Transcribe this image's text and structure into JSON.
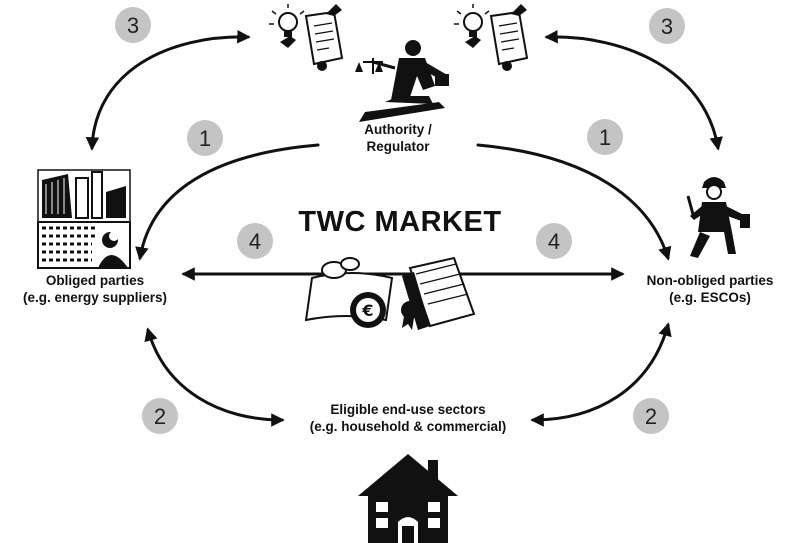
{
  "market": {
    "title": "TWC MARKET"
  },
  "nodes": {
    "authority": {
      "line1": "Authority /",
      "line2": "Regulator"
    },
    "obliged": {
      "line1": "Obliged parties",
      "line2": "(e.g. energy suppliers)"
    },
    "non_obliged": {
      "line1": "Non-obliged parties",
      "line2": "(e.g. ESCOs)"
    },
    "eligible": {
      "line1": "Eligible end-use sectors",
      "line2": "(e.g. household & commercial)"
    }
  },
  "flow_badges": {
    "top_left": "3",
    "top_right": "3",
    "upper_left": "1",
    "upper_right": "1",
    "middle_left": "4",
    "middle_right": "4",
    "bottom_left": "2",
    "bottom_right": "2"
  },
  "icons": {
    "authority": "regulator-judge-icon",
    "certificates": "lightbulb-certificate-icon",
    "obliged": "power-plant-icon",
    "non_obliged": "worker-icon",
    "market": "money-certificate-icon",
    "eligible": "house-icon"
  },
  "colors": {
    "badge_fill": "#c4c4c4",
    "ink": "#111111",
    "background": "#ffffff"
  }
}
